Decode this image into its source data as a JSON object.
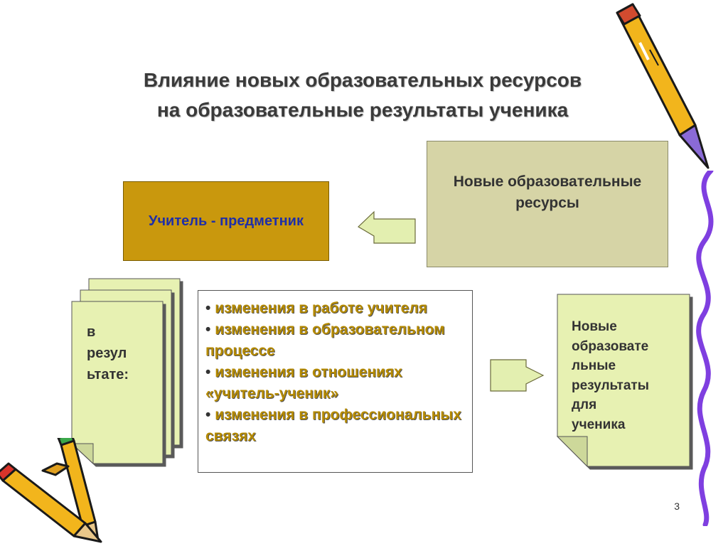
{
  "title": {
    "line1": "Влияние новых образовательных ресурсов",
    "line2": "на образовательные результаты ученика"
  },
  "teacher_box": {
    "label": "Учитель - предметник"
  },
  "resources_box": {
    "line1": "Новые образовательные",
    "line2": "ресурсы"
  },
  "result_stack": {
    "lines": [
      "в",
      "резул",
      "ьтате:"
    ]
  },
  "changes_list": {
    "items": [
      {
        "bullet": "•",
        "text": "изменения в работе учителя"
      },
      {
        "bullet": "•",
        "text": "изменения в образовательном процессе"
      },
      {
        "bullet": "•",
        "text": "изменения в отношениях «учитель-ученик»"
      },
      {
        "bullet": "•",
        "text": "изменения в профессиональных связях"
      }
    ]
  },
  "outcome_doc": {
    "lines": [
      "Новые",
      "образовате",
      "льные",
      "результаты",
      "для",
      "ученика"
    ]
  },
  "page_number": "3",
  "colors": {
    "teacher_fill": "#c9980d",
    "teacher_text": "#1f2fa8",
    "resources_fill": "#d6d4a6",
    "doc_fill": "#e7f1b2",
    "arrow_fill": "#e3efb0",
    "list_text": "#b58a00"
  }
}
